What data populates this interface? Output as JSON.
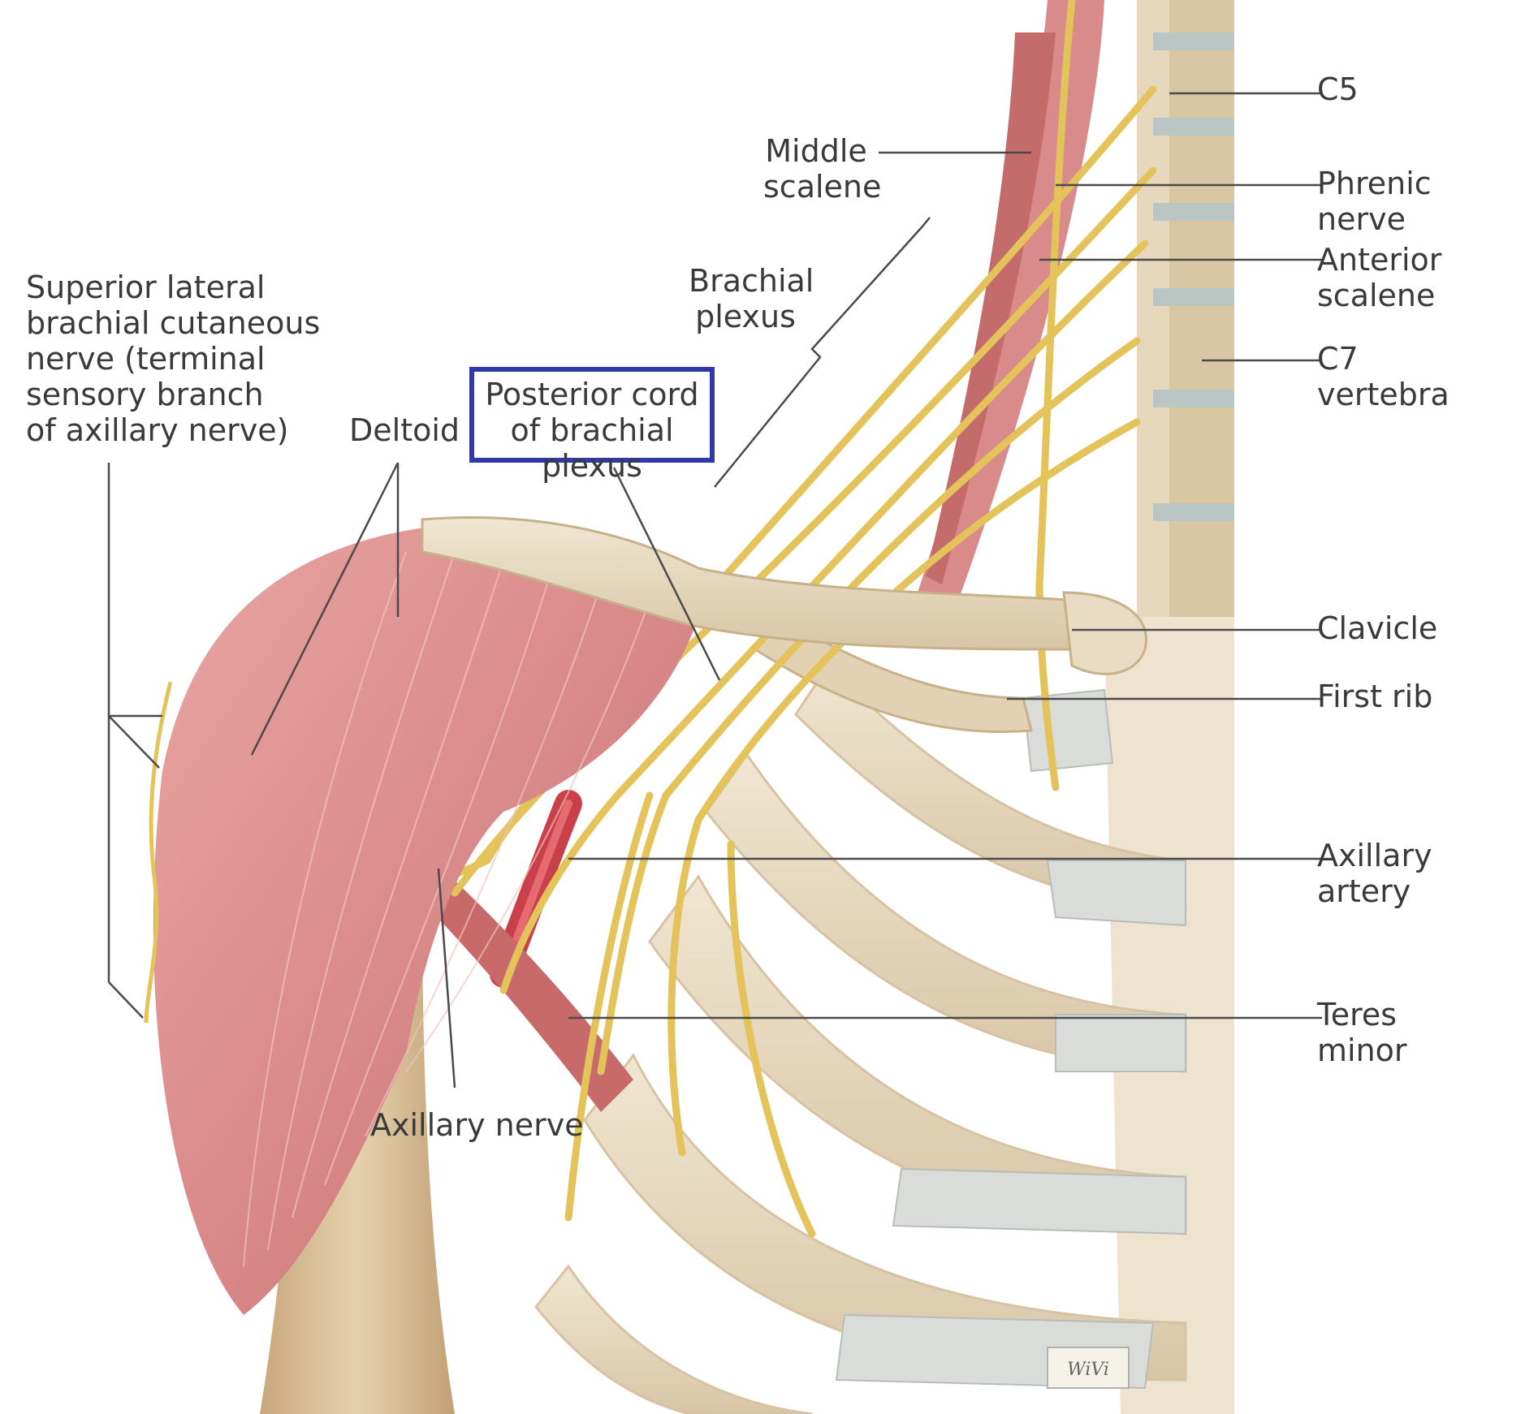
{
  "labels": {
    "c5": "C5",
    "middle_scalene": "Middle\nscalene",
    "phrenic_nerve": "Phrenic\nnerve",
    "anterior_scalene": "Anterior\nscalene",
    "brachial_plexus": "Brachial\nplexus",
    "c7_vertebra": "C7\nvertebra",
    "superior_lateral_brachial_cutaneous_nerve": "Superior lateral\nbrachial cutaneous\nnerve (terminal\nsensory branch\nof axillary nerve)",
    "deltoid": "Deltoid",
    "posterior_cord": "Posterior cord\nof brachial plexus",
    "clavicle": "Clavicle",
    "first_rib": "First rib",
    "axillary_artery": "Axillary\nartery",
    "teres_minor": "Teres\nminor",
    "axillary_nerve": "Axillary nerve",
    "artist_signature": "WiVi"
  },
  "highlight": {
    "target": "posterior_cord",
    "color": "#2f3aa8"
  },
  "colors": {
    "muscle": "#d98a8a",
    "muscle_dark": "#b85c5c",
    "nerve": "#e3c35a",
    "bone": "#eadcc4",
    "cartilage": "#d9dcd8",
    "artery": "#c9404a",
    "leader_line": "#4a4a4a"
  }
}
